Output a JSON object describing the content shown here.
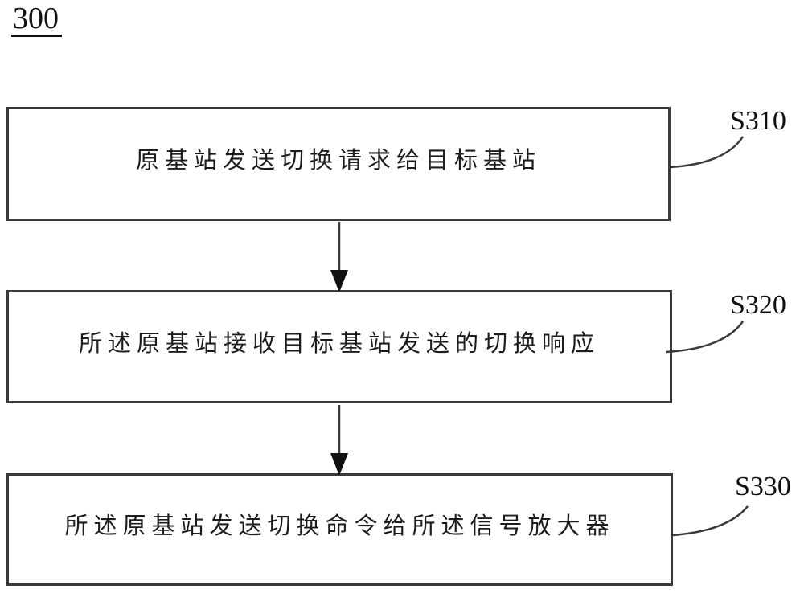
{
  "figure_label": "300",
  "steps": [
    {
      "id": "S310",
      "text": "原基站发送切换请求给目标基站"
    },
    {
      "id": "S320",
      "text": "所述原基站接收目标基站发送的切换响应"
    },
    {
      "id": "S330",
      "text": "所述原基站发送切换命令给所述信号放大器"
    }
  ],
  "colors": {
    "line": "#3a3a3a",
    "text": "#1c1c1c",
    "background": "#ffffff"
  }
}
